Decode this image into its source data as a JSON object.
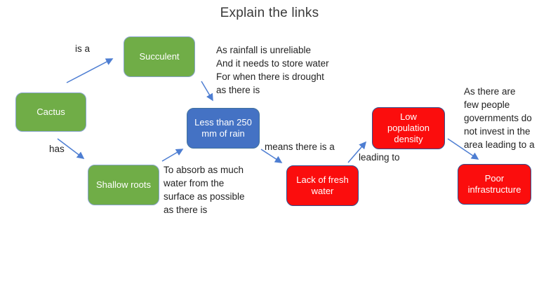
{
  "title": "Explain the links",
  "colors": {
    "node_green": "#70ad47",
    "node_blue": "#4472c4",
    "node_red": "#fb0d0d",
    "node_border": "#2f528f",
    "arrow": "#4e7ed2",
    "text": "#222222"
  },
  "nodes": {
    "cactus": {
      "label": "Cactus"
    },
    "succulent": {
      "label": "Succulent"
    },
    "shallow_roots": {
      "label": "Shallow roots"
    },
    "rain": {
      "label": "Less than 250 mm of rain"
    },
    "lack_water": {
      "label": "Lack of fresh water"
    },
    "low_population": {
      "label": "Low population density"
    },
    "poor_infra": {
      "label": "Poor infrastructure"
    }
  },
  "edge_labels": {
    "is_a": "is a",
    "has": "has",
    "means": "means there is a",
    "leading_to": "leading to"
  },
  "annotations": {
    "rainfall": "As rainfall is unreliable\nAnd it needs to store water\nFor when there is drought\nas there is",
    "absorb": "To absorb as much\nwater from the\nsurface as possible\nas there is",
    "invest": "As there are\nfew people\ngovernments do\nnot invest in the\narea leading to a"
  }
}
